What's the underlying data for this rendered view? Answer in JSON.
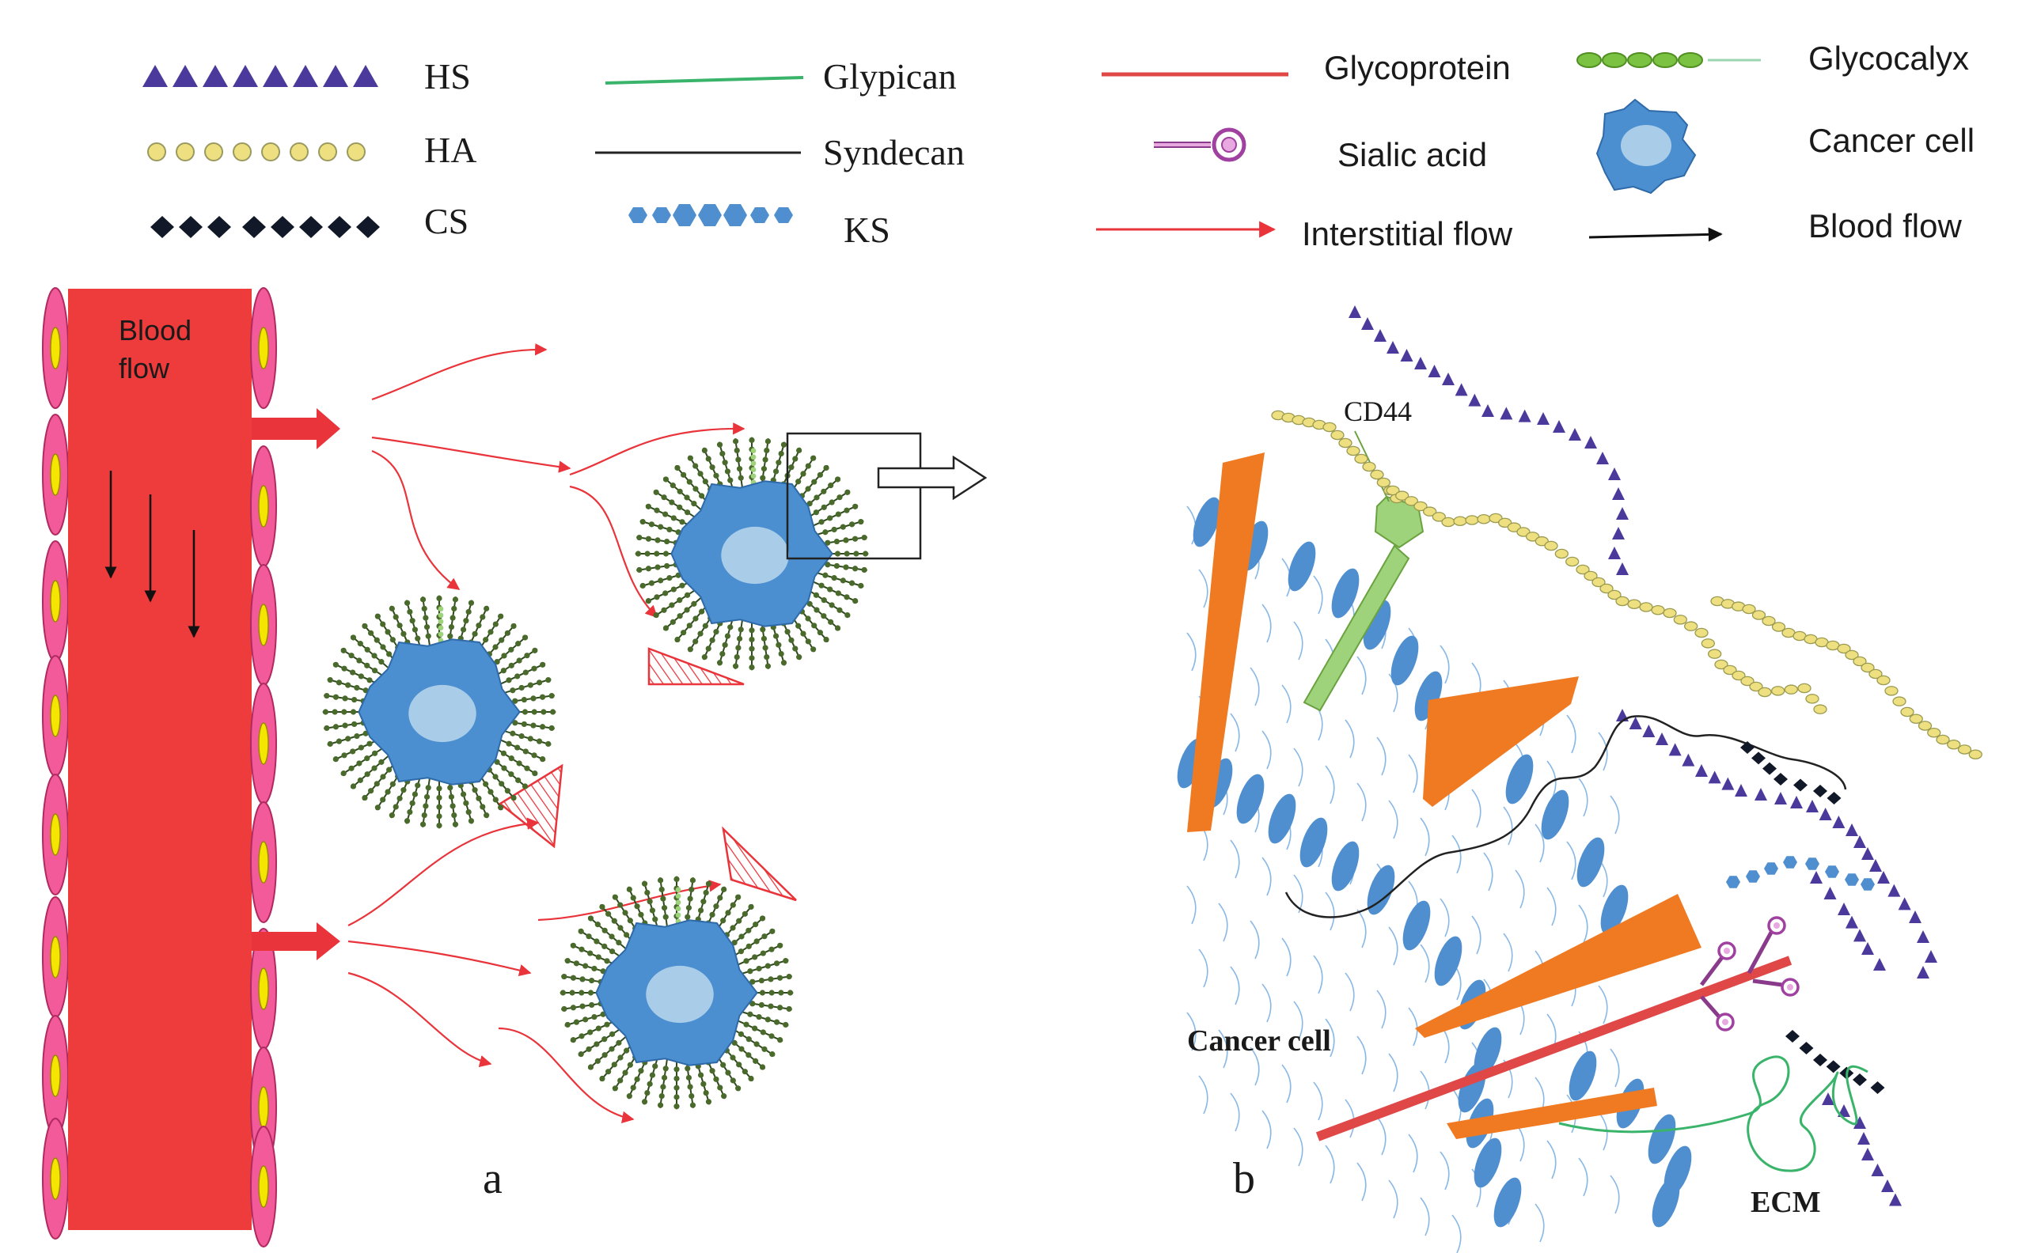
{
  "legend": {
    "items": [
      {
        "key": "hs",
        "label": "HS",
        "icon": "purple-triangle-chain-icon"
      },
      {
        "key": "ha",
        "label": "HA",
        "icon": "yellow-bead-chain-icon"
      },
      {
        "key": "cs",
        "label": "CS",
        "icon": "black-diamond-chain-icon"
      },
      {
        "key": "glypican",
        "label": "Glypican",
        "icon": "green-line-icon"
      },
      {
        "key": "syndecan",
        "label": "Syndecan",
        "icon": "black-line-icon"
      },
      {
        "key": "ks",
        "label": "KS",
        "icon": "blue-hexagon-chain-icon"
      },
      {
        "key": "glycoprotein",
        "label": "Glycoprotein",
        "icon": "red-line-icon"
      },
      {
        "key": "sialic",
        "label": "Sialic acid",
        "icon": "sialic-acid-lollipop-icon"
      },
      {
        "key": "interstitial",
        "label": "Interstitial flow",
        "icon": "red-arrow-icon"
      },
      {
        "key": "glycocalyx",
        "label": "Glycocalyx",
        "icon": "green-bead-chain-icon"
      },
      {
        "key": "cancer",
        "label": "Cancer cell",
        "icon": "cancer-cell-icon"
      },
      {
        "key": "blood",
        "label": "Blood flow",
        "icon": "black-arrow-icon"
      }
    ]
  },
  "panel_a": {
    "vessel_label_line1": "Blood",
    "vessel_label_line2": "flow",
    "panel_letter": "a"
  },
  "panel_b": {
    "cd44_label": "CD44",
    "cancer_cell_label": "Cancer cell",
    "ecm_label": "ECM",
    "panel_letter": "b"
  },
  "colors": {
    "vessel_red": "#ee3b3b",
    "flow_red": "#e8343a",
    "cell_blue": "#4b8fd1",
    "nucleus": "#a9cde9",
    "glycocalyx_bead": "#4a6a2c",
    "hs_purple": "#4b3a9c",
    "ha_yellow": "#eee080",
    "ks_blue": "#4f8fd0",
    "orange": "#f07a22",
    "glypican_green": "#39b46a",
    "endothelium_pink": "#f25a9a",
    "endothelium_yellow": "#f4e600"
  }
}
